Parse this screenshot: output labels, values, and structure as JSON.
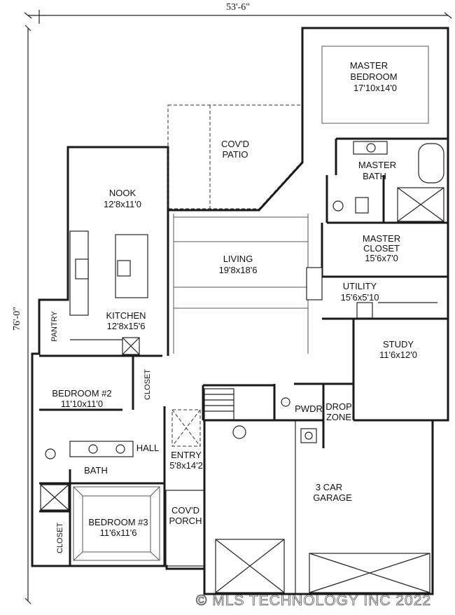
{
  "dimensions": {
    "width": "53'-6\"",
    "depth": "76'-0\""
  },
  "rooms": {
    "master_bedroom": {
      "name1": "MASTER",
      "name2": "BEDROOM",
      "size": "17'10x14'0"
    },
    "covd_patio": {
      "name1": "COV'D",
      "name2": "PATIO"
    },
    "master_bath": {
      "name1": "MASTER",
      "name2": "BATH"
    },
    "nook": {
      "name": "NOOK",
      "size": "12'8x11'0"
    },
    "master_closet": {
      "name1": "MASTER",
      "name2": "CLOSET",
      "size": "15'6x7'0"
    },
    "living": {
      "name": "LIVING",
      "size": "19'8x18'6"
    },
    "utility": {
      "name": "UTILITY",
      "size": "15'6x5'10"
    },
    "kitchen": {
      "name": "KITCHEN",
      "size": "12'8x15'6"
    },
    "pantry": {
      "name": "PANTRY"
    },
    "study": {
      "name": "STUDY",
      "size": "11'6x12'0"
    },
    "bedroom2": {
      "name": "BEDROOM #2",
      "size": "11'10x11'0"
    },
    "closet_bed2": {
      "name": "CLOSET"
    },
    "pwdr": {
      "name": "PWDR"
    },
    "drop_zone": {
      "name1": "DROP",
      "name2": "ZONE"
    },
    "hall": {
      "name": "HALL"
    },
    "entry": {
      "name": "ENTRY",
      "size": "5'8x14'2"
    },
    "bath": {
      "name": "BATH"
    },
    "garage": {
      "name1": "3 CAR",
      "name2": "GARAGE"
    },
    "covd_porch": {
      "name1": "COV'D",
      "name2": "PORCH"
    },
    "bedroom3": {
      "name": "BEDROOM #3",
      "size": "11'6x11'6"
    },
    "closet_bed3": {
      "name": "CLOSET"
    }
  },
  "watermark": "© MLS TECHNOLOGY INC 2022"
}
